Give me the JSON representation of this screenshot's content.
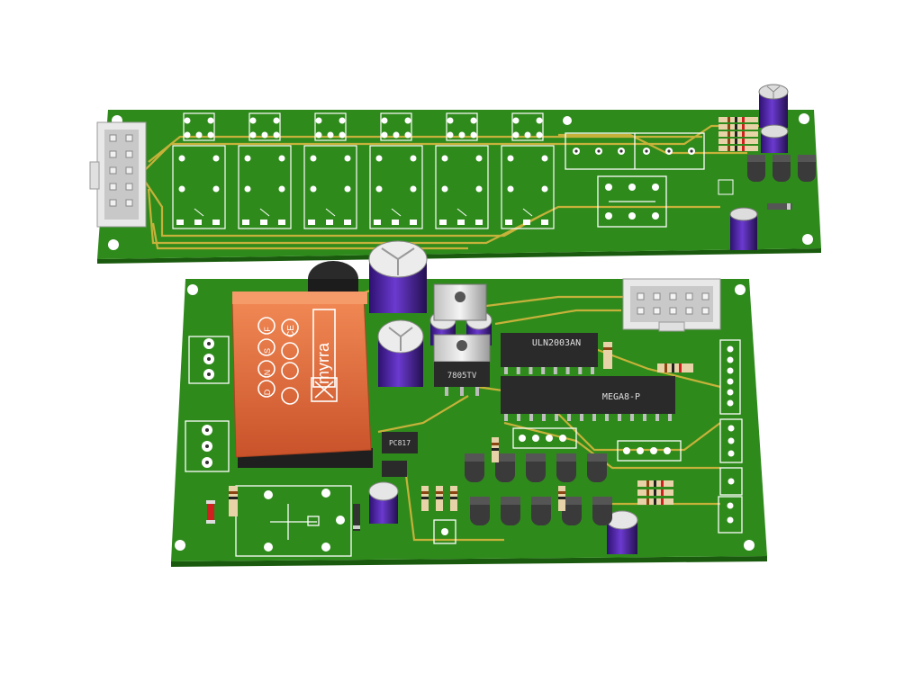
{
  "boards": {
    "top": {
      "relay_count": 6,
      "resistor_count": 5,
      "transistor_count": 3
    },
    "bottom": {
      "transformer": {
        "brand": "myrra",
        "marks": [
          "CE",
          "F",
          "S",
          "N",
          "D"
        ]
      },
      "regulator_label": "7805TV",
      "ic1_label": "ULN2003AN",
      "ic2_label": "MEGA8-P",
      "optocoupler_label": "PC817",
      "transistor_count": 10
    }
  },
  "colors": {
    "pcb_green": "#2f8a1c",
    "trace_yellow": "#c6b23a",
    "capacitor_purple": "#5a2ab8",
    "transformer_orange": "#e06a35",
    "silkscreen": "#ffffff"
  }
}
